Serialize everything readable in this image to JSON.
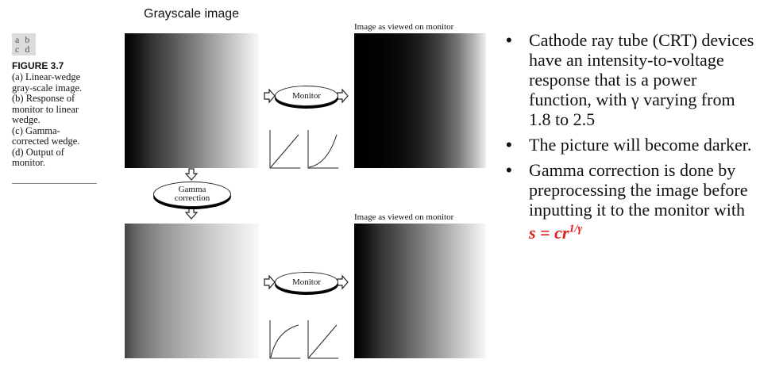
{
  "figure": {
    "grid_label": [
      "a  b",
      "c  d"
    ],
    "title": "FIGURE 3.7",
    "caption_lines": [
      "(a) Linear-wedge",
      "gray-scale image.",
      "(b) Response of",
      "monitor to linear",
      "wedge.",
      "(c) Gamma-",
      "corrected wedge.",
      "(d) Output of",
      "monitor."
    ]
  },
  "header": "Grayscale image",
  "panel_caption_top": "Image as viewed on monitor",
  "panel_caption_bottom": "Image as viewed on monitor",
  "monitor_label_top": "Monitor",
  "monitor_label_bottom": "Monitor",
  "gamma_label": [
    "Gamma",
    "correction"
  ],
  "bullets": [
    "Cathode ray tube (CRT) devices have an intensity-to-voltage response that is a power function, with γ varying from 1.8 to 2.5",
    "The picture will become darker.",
    "Gamma correction is done by preprocessing the image before inputting it to the monitor with "
  ],
  "formula": {
    "main": "s = cr",
    "exponent": "1/γ"
  },
  "bullet_symbol": "•",
  "colors": {
    "formula": "#e0201b"
  }
}
